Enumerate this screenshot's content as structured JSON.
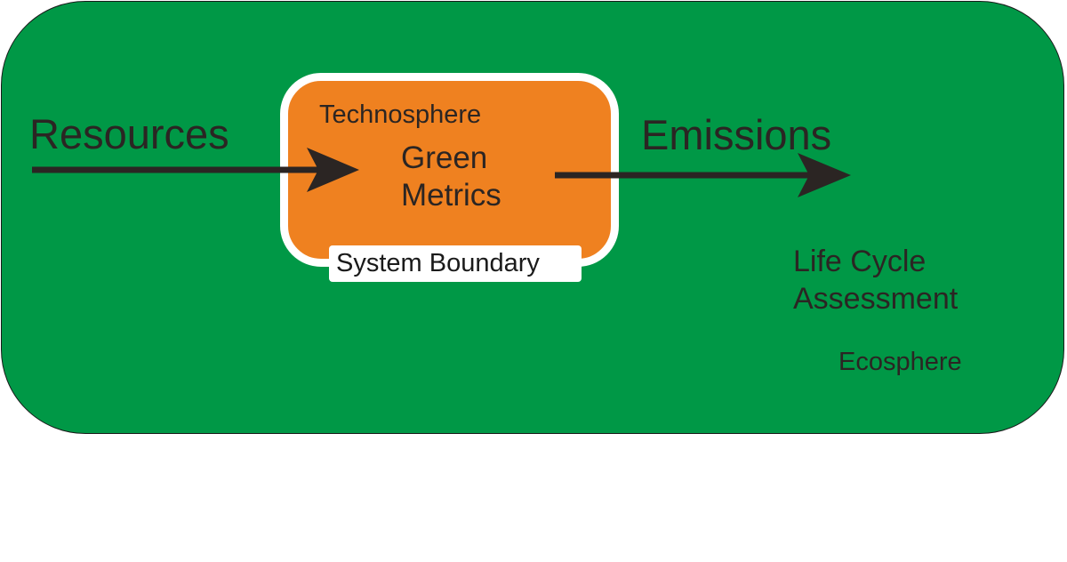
{
  "diagram": {
    "inflow_label": "Resources",
    "outflow_label": "Emissions",
    "inner_sphere_label": "Technosphere",
    "center_label_line1": "Green",
    "center_label_line2": "Metrics",
    "boundary_label": "System Boundary",
    "outer_method_line1": "Life Cycle",
    "outer_method_line2": "Assessment",
    "outer_sphere_label": "Ecosphere"
  },
  "colors": {
    "ecosphere_fill": "#009846",
    "technosphere_fill": "#ef8120",
    "boundary_stroke": "#ffffff",
    "text": "#2b2523",
    "arrow": "#2b2523"
  }
}
